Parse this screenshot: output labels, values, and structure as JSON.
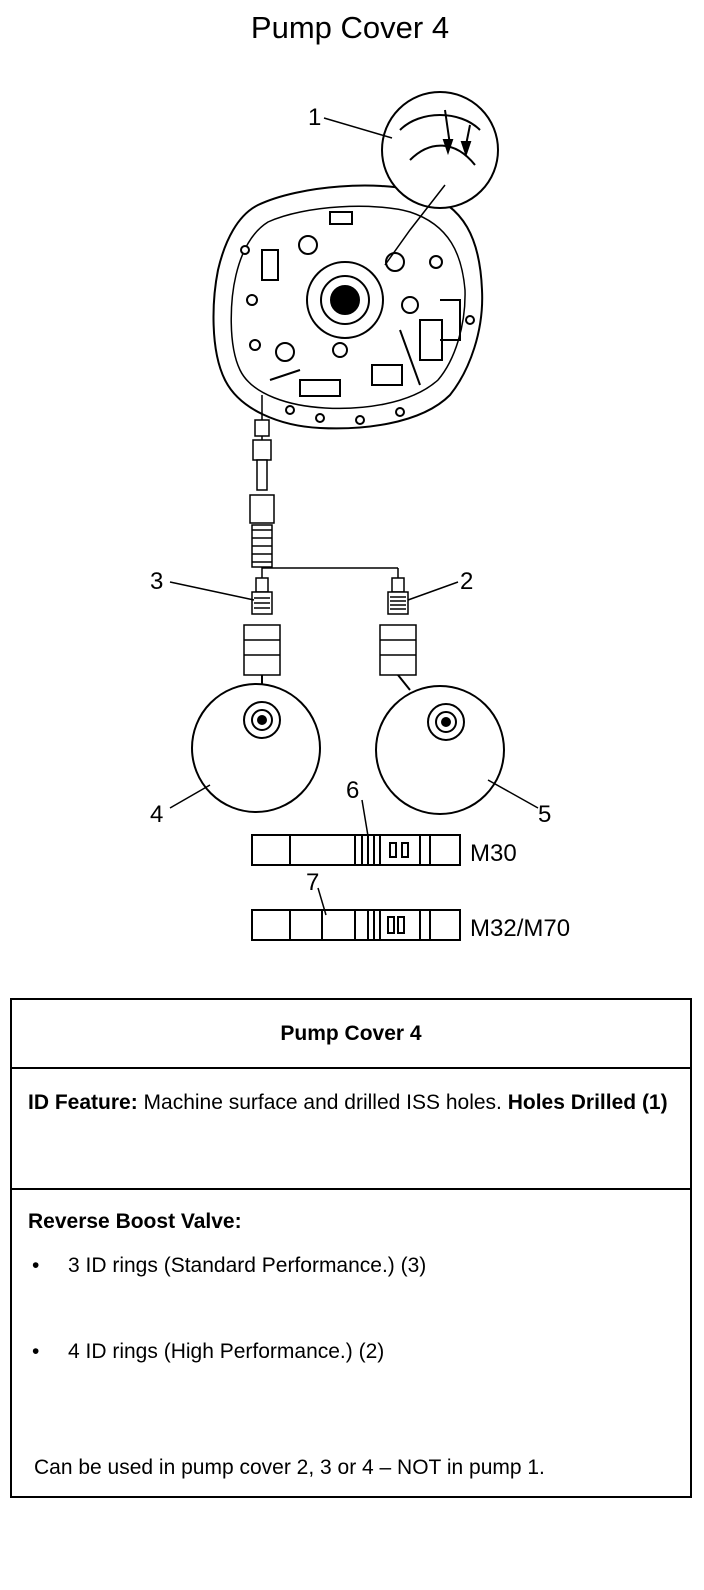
{
  "title": "Pump Cover 4",
  "diagram": {
    "callouts": [
      "1",
      "2",
      "3",
      "4",
      "5",
      "6",
      "7"
    ],
    "valve_labels": [
      "M30",
      "M32/M70"
    ]
  },
  "table": {
    "header": "Pump Cover 4",
    "id_feature": {
      "label": "ID Feature:",
      "text": " Machine surface and drilled ISS holes. ",
      "bold_text": "Holes Drilled (1)"
    },
    "reverse_boost": {
      "label": "Reverse Boost Valve:",
      "bullets": [
        "3 ID rings (Standard Performance.) (3)",
        "4 ID rings (High Performance.) (2)"
      ],
      "bullet_symbol": "•",
      "note": "Can be used in pump cover 2, 3 or 4 – NOT in pump 1."
    }
  }
}
